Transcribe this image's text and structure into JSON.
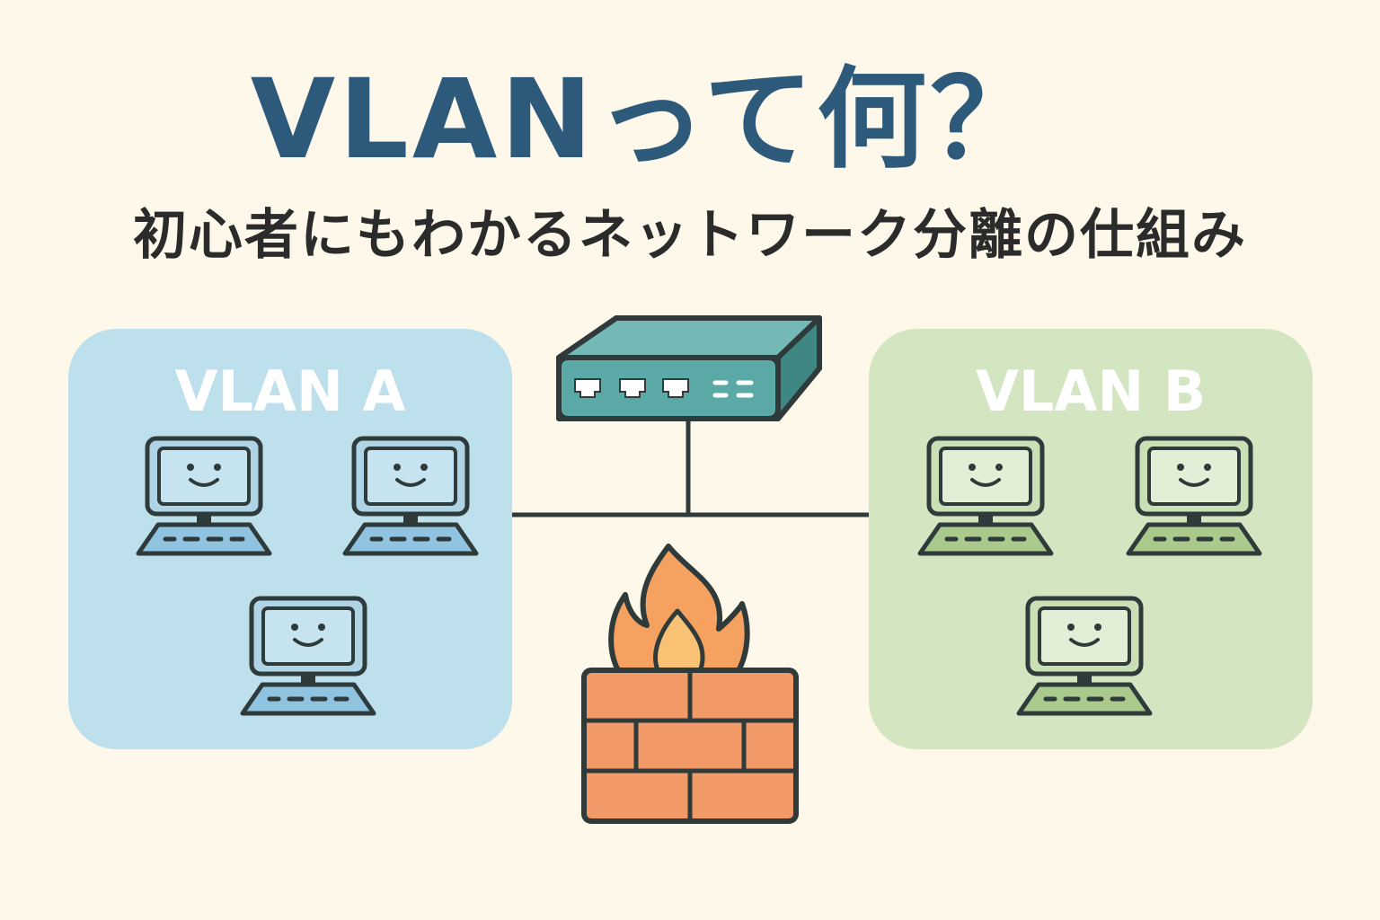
{
  "header": {
    "title": "VLANって何？",
    "subtitle": "初心者にもわかるネットワーク分離の仕組み"
  },
  "vlans": [
    {
      "label": "VLAN A",
      "color": "#bde0ec",
      "computers": 3
    },
    {
      "label": "VLAN B",
      "color": "#d4e6c1",
      "computers": 3
    }
  ],
  "icons": {
    "switch": "network-switch-icon",
    "firewall": "firewall-icon",
    "computer": "computer-icon"
  },
  "colors": {
    "title": "#2d5a7b",
    "switch": "#5aa9a6",
    "flame": "#f5a15f",
    "brick": "#f29a67",
    "outline": "#2f3b3b"
  }
}
